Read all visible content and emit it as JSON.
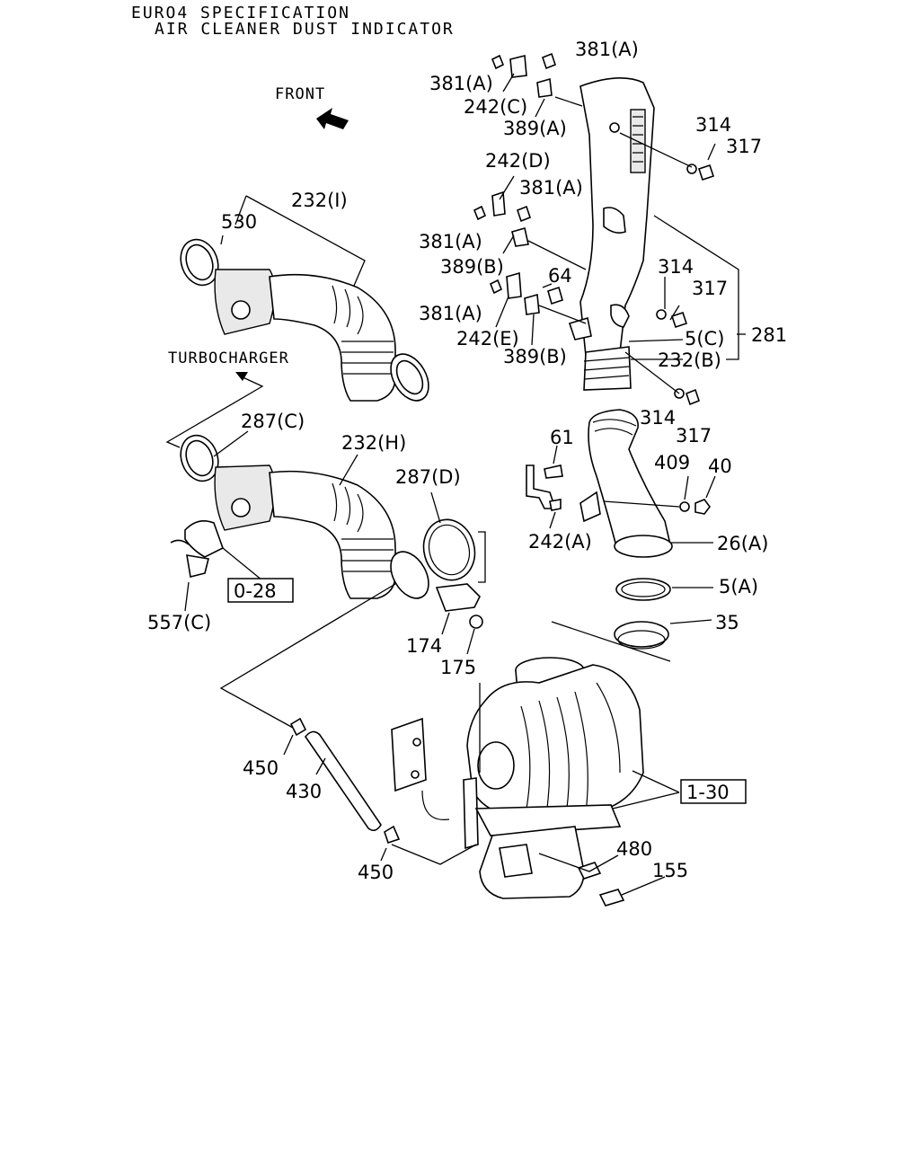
{
  "header": {
    "spec_line": "EURO4 SPECIFICATION",
    "title_line": "AIR CLEANER DUST INDICATOR"
  },
  "orientation": {
    "front_label": "FRONT",
    "turbo_label": "TURBOCHARGER"
  },
  "references": {
    "ref_028": "0-28",
    "ref_130": "1-30"
  },
  "callouts": {
    "c381a_1": "381(A)",
    "c381a_2": "381(A)",
    "c242c": "242(C)",
    "c389a": "389(A)",
    "c314_1": "314",
    "c317_1": "317",
    "c242d": "242(D)",
    "c381a_3": "381(A)",
    "c381a_4": "381(A)",
    "c389b_1": "389(B)",
    "c64": "64",
    "c314_2": "314",
    "c317_2": "317",
    "c381a_5": "381(A)",
    "c242e": "242(E)",
    "c5c": "5(C)",
    "c281": "281",
    "c389b_2": "389(B)",
    "c232b": "232(B)",
    "c314_3": "314",
    "c317_3": "317",
    "c232i": "232(I)",
    "c530": "530",
    "c287c": "287(C)",
    "c232h": "232(H)",
    "c287d": "287(D)",
    "c61": "61",
    "c409": "409",
    "c40": "40",
    "c242a": "242(A)",
    "c26a": "26(A)",
    "c5a": "5(A)",
    "c35": "35",
    "c557c": "557(C)",
    "c174": "174",
    "c175": "175",
    "c450_1": "450",
    "c430": "430",
    "c450_2": "450",
    "c480": "480",
    "c155": "155"
  }
}
